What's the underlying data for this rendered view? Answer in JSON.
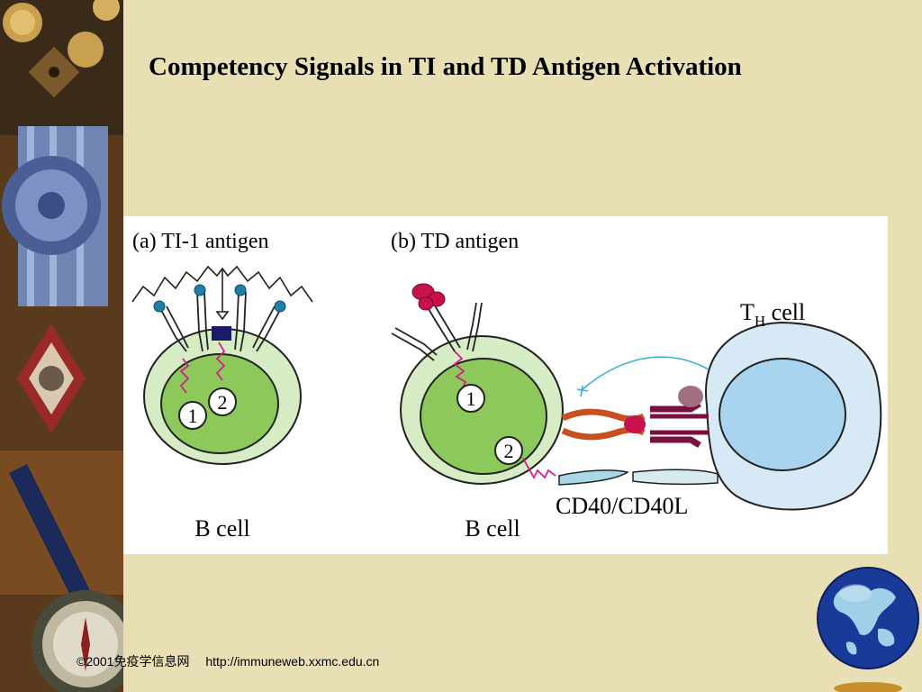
{
  "slide": {
    "title": "Competency Signals in TI and TD Antigen Activation"
  },
  "figure": {
    "panel_a": {
      "heading": "(a)  TI-1 antigen",
      "cell_label": "B cell",
      "signal_1": "1",
      "signal_2": "2"
    },
    "panel_b": {
      "heading": "(b)  TD antigen",
      "b_cell_label": "B cell",
      "th_cell_label_main": "T",
      "th_cell_label_sub": "H",
      "th_cell_label_suffix": " cell",
      "cd40_label": "CD40/CD40L",
      "signal_1": "1",
      "signal_2": "2"
    }
  },
  "footer": {
    "copyright": "©2001免疫学信息网",
    "url": "http://immuneweb.xxmc.edu.cn"
  },
  "colors": {
    "background": "#e8dfb5",
    "cell_outer": "#d6ecc4",
    "cell_nucleus": "#8cc85a",
    "th_cell": "#d6e9f5",
    "th_nucleus": "#a8d4f0",
    "signal_arrow": "#d0208a",
    "antigen_bead": "#1f7fa8",
    "td_antigen": "#c8104a"
  }
}
